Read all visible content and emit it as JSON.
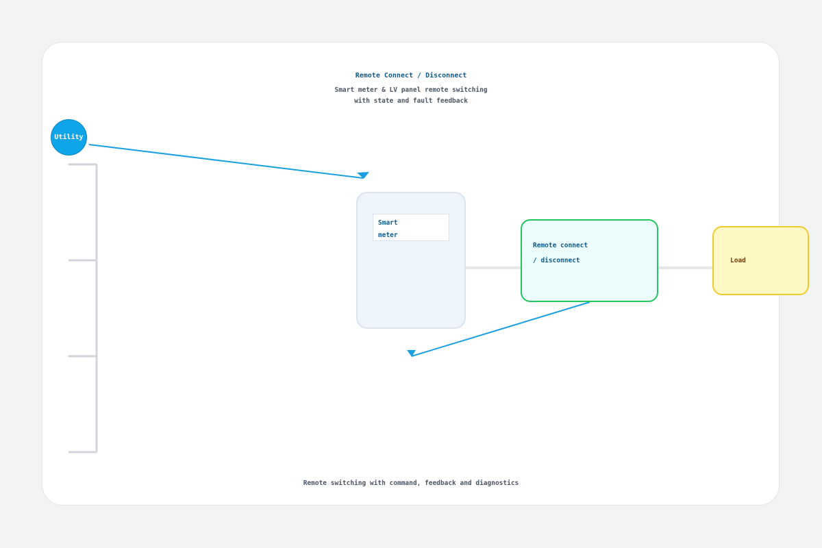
{
  "diagram": {
    "title": "Remote Connect / Disconnect",
    "subtitle_lines": [
      "Smart meter & LV panel remote switching",
      "with state and fault feedback"
    ],
    "footer": "Remote switching with command, feedback and diagnostics"
  },
  "nodes": {
    "utility": {
      "label": "Utility",
      "color": "#0ea5e9"
    },
    "smart_meter": {
      "label_lines": [
        "Smart",
        "meter"
      ]
    },
    "remote_switch": {
      "label_lines": [
        "Remote connect",
        "/ disconnect"
      ],
      "border_color": "#22c55e"
    },
    "load": {
      "label": "Load",
      "color": "#fdf8c4",
      "border_color": "#f0ca2e"
    }
  },
  "colors": {
    "accent": "#0ea5e9",
    "title": "#0f5a8c",
    "connector": "#e5e7eb"
  },
  "edges": [
    {
      "from": "utility",
      "to": "smart_meter",
      "type": "command-arrow"
    },
    {
      "from": "remote_switch",
      "to": "smart_meter",
      "type": "feedback-arrow"
    },
    {
      "from": "smart_meter",
      "to": "remote_switch",
      "type": "power-line"
    },
    {
      "from": "remote_switch",
      "to": "load",
      "type": "power-line"
    }
  ]
}
